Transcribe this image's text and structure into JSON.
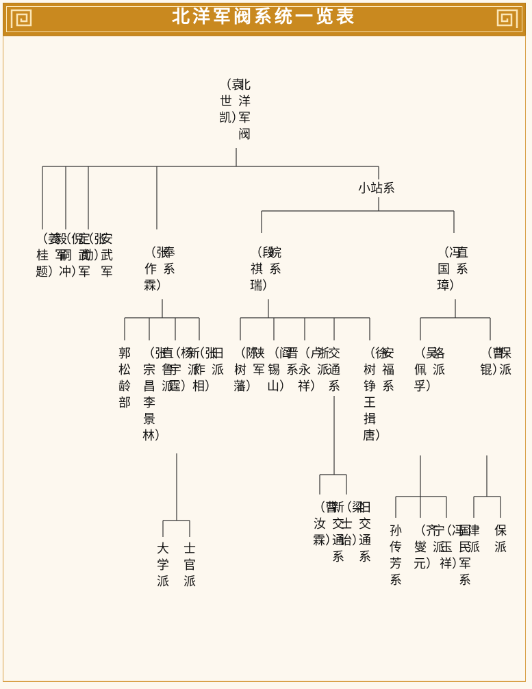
{
  "title": "北洋军阀系统一览表",
  "root": {
    "name": "北洋军阀",
    "leader": "（袁世凯）"
  },
  "xiaozhan": "小站系",
  "left_groups": [
    {
      "name": "安武军",
      "leader": "（张　勋）"
    },
    {
      "name": "定武军",
      "leader": "（倪嗣冲）"
    },
    {
      "name": "毅　军",
      "leader": "（姜桂题）"
    }
  ],
  "feng": {
    "name": "奉　系",
    "leader": "（张作霖）"
  },
  "feng_children": [
    {
      "name": "郭松龄部"
    },
    {
      "name": "直鲁派",
      "leader": "（张宗昌　李景林）"
    },
    {
      "name": "新　派",
      "leader": "（杨宇霆）"
    },
    {
      "name": "旧　派",
      "leader": "（张作相）"
    }
  ],
  "xin_children": [
    "士官派",
    "大学派"
  ],
  "wan": {
    "name": "皖　系",
    "leader": "（段祺瑞）"
  },
  "wan_children": [
    {
      "name": "陕　军",
      "leader": "（陈树藩）"
    },
    {
      "name": "晋　系",
      "leader": "（阎锡山）"
    },
    {
      "name": "浙　派",
      "leader": "（卢永祥）"
    },
    {
      "name": "交通系"
    },
    {
      "name": "安福系",
      "leader": "（徐树铮　王揖唐）"
    }
  ],
  "jiaotong_children": [
    {
      "name": "旧交通系",
      "leader": "（梁士诒）"
    },
    {
      "name": "新交通系",
      "leader": "（曹汝霖）"
    }
  ],
  "zhi": {
    "name": "直　系",
    "leader": "（冯国璋）"
  },
  "zhi_children": [
    {
      "name": "洛　派",
      "leader": "（吴佩孚）"
    },
    {
      "name": "保　派",
      "leader": "（曹　锟）"
    }
  ],
  "luo_children": [
    {
      "name": "国民军系",
      "leader": "（冯玉祥）"
    },
    {
      "name": "宁　派",
      "leader": "（齐燮元）"
    },
    {
      "name": "孙传芳系"
    }
  ],
  "bao_children": [
    {
      "name": "保　派"
    },
    {
      "name": "津　派"
    }
  ],
  "colors": {
    "banner": "#c9891f",
    "frame": "#d9a24b",
    "background": "#fdf8ef",
    "line": "#333333"
  }
}
